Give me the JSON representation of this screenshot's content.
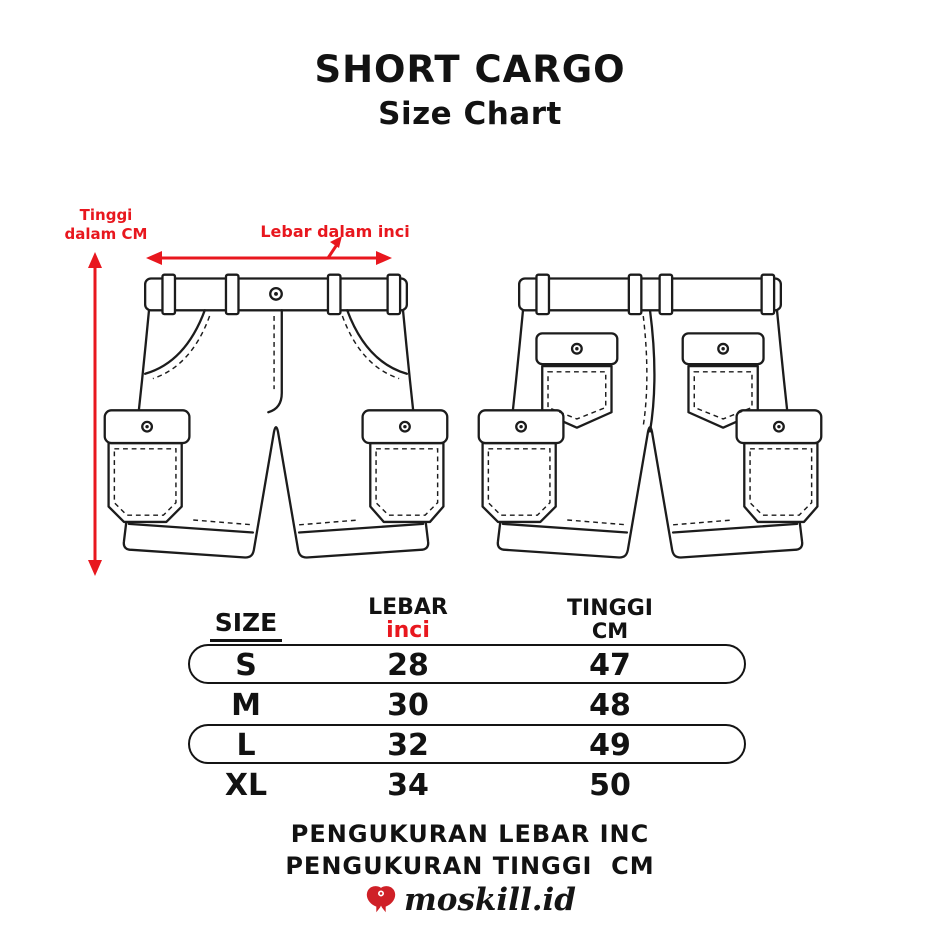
{
  "page": {
    "title": "SHORT CARGO",
    "subtitle": "Size Chart"
  },
  "annotations": {
    "height_label_line1": "Tinggi",
    "height_label_line2": "dalam CM",
    "width_label": "Lebar dalam inci"
  },
  "table_header": {
    "size": "SIZE",
    "width_label": "LEBAR",
    "width_unit": "inci",
    "height_label": "TINGGI",
    "height_unit": "CM"
  },
  "chart_data": {
    "type": "table",
    "title": "SHORT CARGO Size Chart",
    "columns": [
      "SIZE",
      "LEBAR inci",
      "TINGGI CM"
    ],
    "rows": [
      [
        "S",
        "28",
        "47"
      ],
      [
        "M",
        "30",
        "48"
      ],
      [
        "L",
        "32",
        "49"
      ],
      [
        "XL",
        "34",
        "50"
      ]
    ],
    "highlighted_rows": [
      0,
      2
    ],
    "notes": [
      "PENGUKURAN LEBAR INC",
      "PENGUKURAN TINGGI  CM"
    ]
  },
  "footer": {
    "note1": "PENGUKURAN LEBAR INC",
    "note2": "PENGUKURAN TINGGI  CM",
    "brand": "moskill.id"
  },
  "colors": {
    "accent_red": "#e8171e",
    "logo_red": "#cf2027"
  }
}
